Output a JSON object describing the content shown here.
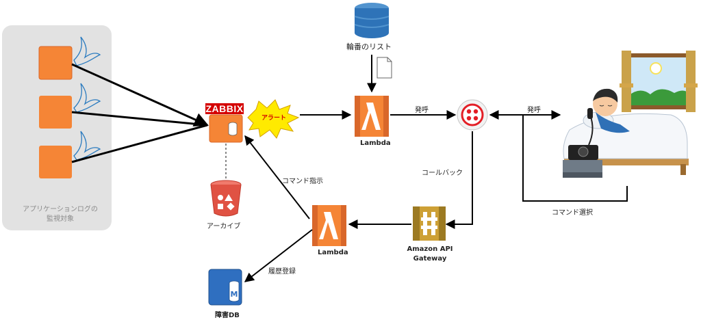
{
  "group": {
    "caption_line1": "アプリケーションログの",
    "caption_line2": "監視対象"
  },
  "zabbix": {
    "logo_text": "ZABBIX"
  },
  "alert": {
    "label": "アラート"
  },
  "archive": {
    "label": "アーカイブ"
  },
  "dynamodb": {
    "label": "輪番のリスト"
  },
  "lambda_top": {
    "label": "Lambda"
  },
  "lambda_bottom": {
    "label": "Lambda"
  },
  "twilio": {
    "label_call_out": "発呼",
    "label_call_in": "発呼"
  },
  "callback": {
    "label": "コールバック"
  },
  "api_gateway": {
    "label_line1": "Amazon API",
    "label_line2": "Gateway"
  },
  "command_instruction": {
    "label": "コマンド指示"
  },
  "command_select": {
    "label": "コマンド選択"
  },
  "history": {
    "label": "履歴登録"
  },
  "incident_db": {
    "label": "障害DB"
  },
  "colors": {
    "aws_orange": "#f58536",
    "aws_orange_dark": "#d9672a",
    "twilio_red": "#e31e26",
    "dynamo_blue": "#2e73b8",
    "s3_red": "#e05243",
    "rds_blue": "#2f6fc0"
  }
}
